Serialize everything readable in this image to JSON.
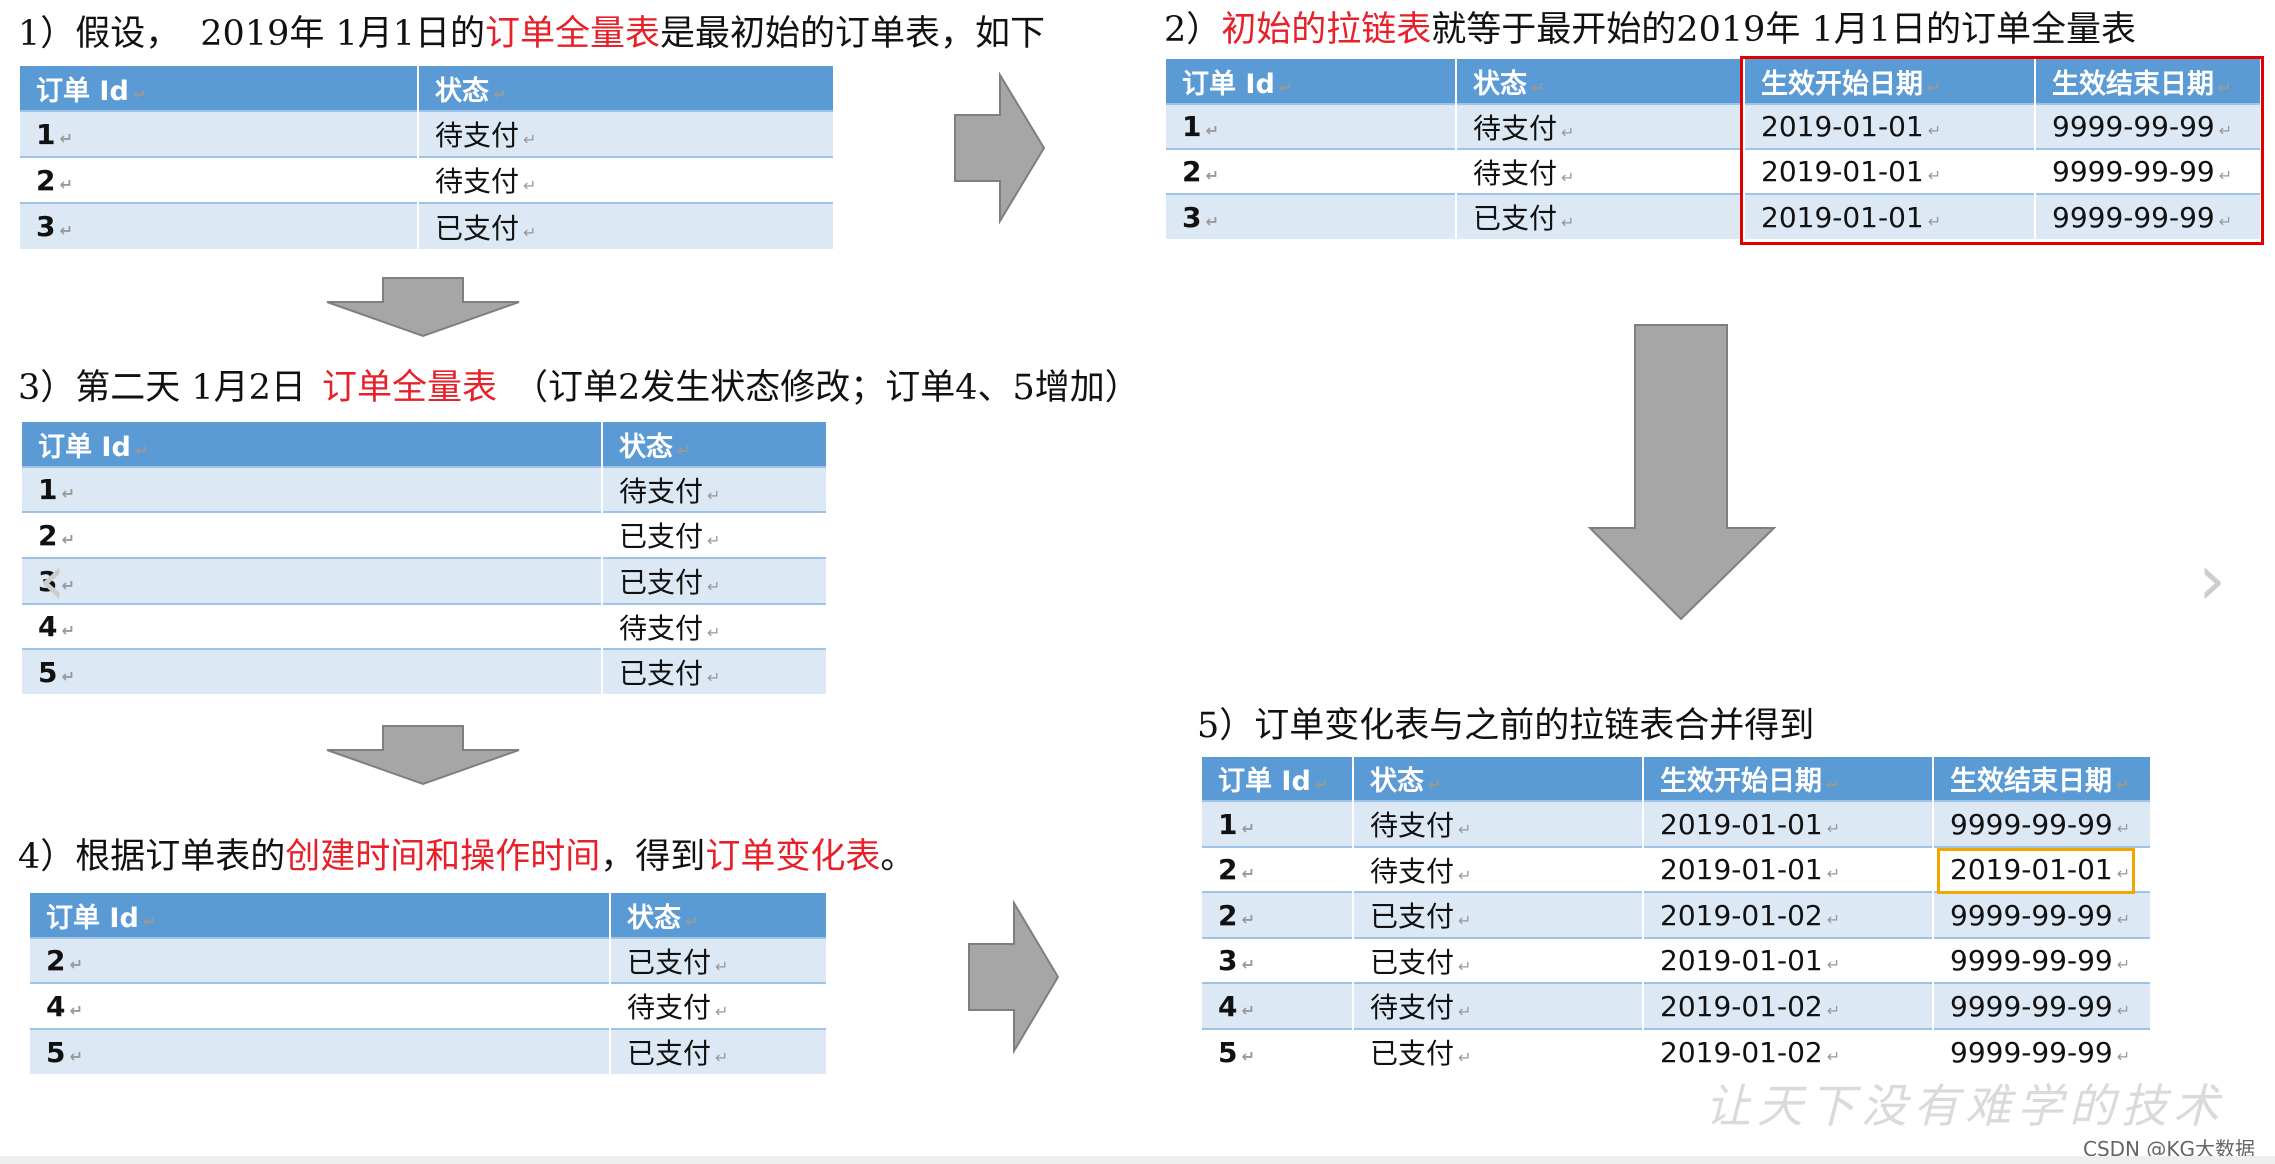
{
  "step1": {
    "prefix": "1）假设，",
    "date_text": "2019年 1月1日的",
    "highlight": "订单全量表",
    "suffix": "是最初始的订单表，如下",
    "headers": [
      "订单 Id",
      "状态"
    ],
    "rows": [
      {
        "id": "1",
        "status": "待支付"
      },
      {
        "id": "2",
        "status": "待支付"
      },
      {
        "id": "3",
        "status": "已支付"
      }
    ]
  },
  "step2": {
    "prefix": "2）",
    "highlight": "初始的拉链表",
    "suffix": "就等于最开始的2019年 1月1日的订单全量表",
    "headers": [
      "订单 Id",
      "状态",
      "生效开始日期",
      "生效结束日期"
    ],
    "rows": [
      {
        "id": "1",
        "status": "待支付",
        "start": "2019-01-01",
        "end": "9999-99-99"
      },
      {
        "id": "2",
        "status": "待支付",
        "start": "2019-01-01",
        "end": "9999-99-99"
      },
      {
        "id": "3",
        "status": "已支付",
        "start": "2019-01-01",
        "end": "9999-99-99"
      }
    ]
  },
  "step3": {
    "prefix": "3）第二天 1月2日",
    "highlight": "订单全量表",
    "suffix": "（订单2发生状态修改；订单4、5增加）",
    "headers": [
      "订单 Id",
      "状态"
    ],
    "rows": [
      {
        "id": "1",
        "status": "待支付"
      },
      {
        "id": "2",
        "status": "已支付"
      },
      {
        "id": "3",
        "status": "已支付"
      },
      {
        "id": "4",
        "status": "待支付"
      },
      {
        "id": "5",
        "status": "已支付"
      }
    ]
  },
  "step4": {
    "prefix": "4）根据订单表的",
    "highlight1": "创建时间和操作时间",
    "middle": "，得到",
    "highlight2": "订单变化表",
    "suffix": "。",
    "headers": [
      "订单 Id",
      "状态"
    ],
    "rows": [
      {
        "id": "2",
        "status": "已支付"
      },
      {
        "id": "4",
        "status": "待支付"
      },
      {
        "id": "5",
        "status": "已支付"
      }
    ]
  },
  "step5": {
    "text": "5）订单变化表与之前的拉链表合并得到",
    "headers": [
      "订单 Id",
      "状态",
      "生效开始日期",
      "生效结束日期"
    ],
    "rows": [
      {
        "id": "1",
        "status": "待支付",
        "start": "2019-01-01",
        "end": "9999-99-99"
      },
      {
        "id": "2",
        "status": "待支付",
        "start": "2019-01-01",
        "end": "2019-01-01"
      },
      {
        "id": "2",
        "status": "已支付",
        "start": "2019-01-02",
        "end": "9999-99-99"
      },
      {
        "id": "3",
        "status": "已支付",
        "start": "2019-01-01",
        "end": "9999-99-99"
      },
      {
        "id": "4",
        "status": "待支付",
        "start": "2019-01-02",
        "end": "9999-99-99"
      },
      {
        "id": "5",
        "status": "已支付",
        "start": "2019-01-02",
        "end": "9999-99-99"
      }
    ]
  },
  "colors": {
    "header_blue": "#5b9bd5",
    "row_light": "#dde8f5",
    "highlight_red": "#e8202a",
    "new_green": "#1aa83f",
    "box_red": "#e00000",
    "box_yellow": "#f0a800",
    "arrow_gray": "#a6a6a6"
  },
  "icons": {
    "slide_prev": "chevron-left-icon",
    "slide_next": "chevron-right-icon",
    "return_mark": "paragraph-return-icon"
  },
  "nav": {
    "prev": "‹",
    "next": "›"
  },
  "return_mark": "↵",
  "watermark": "让天下没有难学的技术",
  "credit": "CSDN @KG大数据"
}
